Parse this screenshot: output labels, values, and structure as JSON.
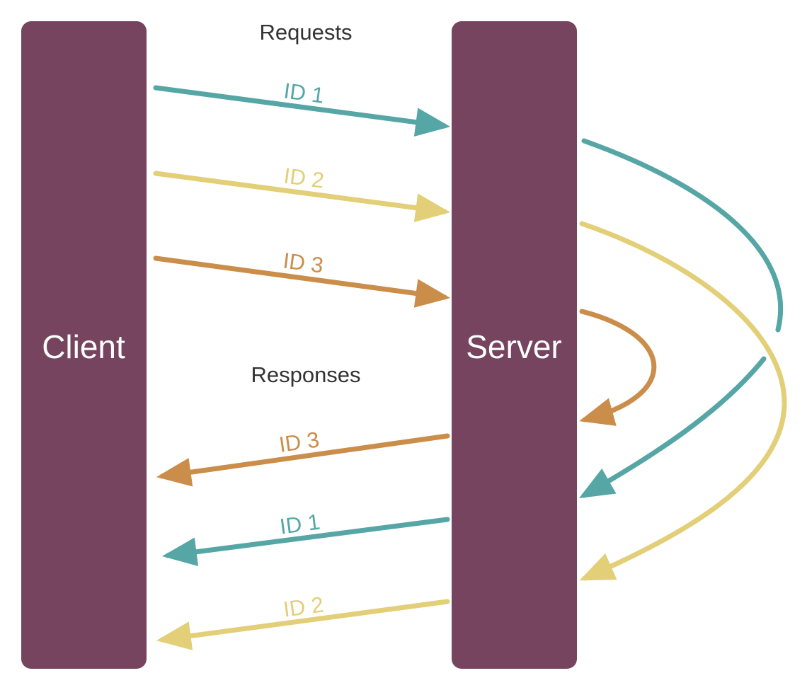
{
  "colors": {
    "node": "#76445F",
    "node_text": "#FFFFFF",
    "section_text": "#333333",
    "id1": "#55A6A5",
    "id2": "#E2CF77",
    "id3": "#CB8D4A"
  },
  "nodes": {
    "client": "Client",
    "server": "Server"
  },
  "sections": {
    "requests": "Requests",
    "responses": "Responses"
  },
  "requests": [
    {
      "label": "ID 1",
      "color_key": "id1"
    },
    {
      "label": "ID 2",
      "color_key": "id2"
    },
    {
      "label": "ID 3",
      "color_key": "id3"
    }
  ],
  "responses": [
    {
      "label": "ID 3",
      "color_key": "id3"
    },
    {
      "label": "ID 1",
      "color_key": "id1"
    },
    {
      "label": "ID 2",
      "color_key": "id2"
    }
  ]
}
